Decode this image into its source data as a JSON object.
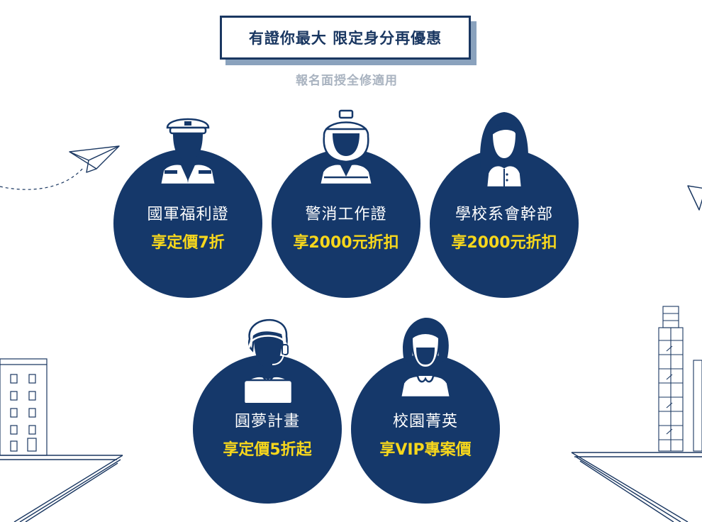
{
  "header": {
    "title": "有證你最大 限定身分再優惠",
    "subtitle": "報名面授全修適用"
  },
  "cards": [
    {
      "name": "國軍福利證",
      "offer": "享定價7折",
      "icon": "soldier-icon"
    },
    {
      "name": "警消工作證",
      "offer": "享2000元折扣",
      "icon": "firefighter-icon"
    },
    {
      "name": "學校系會幹部",
      "offer": "享2000元折扣",
      "icon": "student-woman-icon"
    },
    {
      "name": "圓夢計畫",
      "offer": "享定價5折起",
      "icon": "headset-worker-icon"
    },
    {
      "name": "校園菁英",
      "offer": "享VIP專案價",
      "icon": "short-hair-woman-icon"
    }
  ],
  "colors": {
    "navy": "#15386a",
    "title_border": "#1a3761",
    "offer_yellow": "#f7d71c",
    "subtitle_gray": "#a9b3c0",
    "shadow": "#8aa2bd"
  }
}
